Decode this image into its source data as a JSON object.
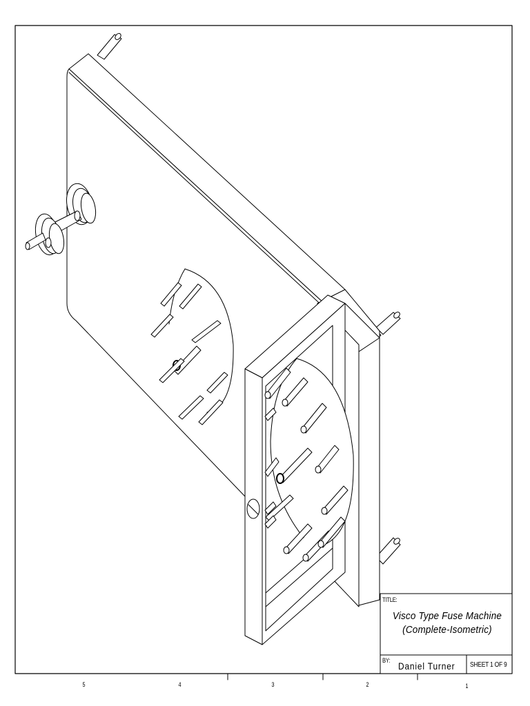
{
  "title_block": {
    "title_label": "TITLE:",
    "title_line1": "Visco Type Fuse Machine",
    "title_line2": "(Complete-Isometric)",
    "by_label": "BY:",
    "author": "Daniel Turner",
    "sheet": "SHEET 1 OF 9"
  },
  "zones": [
    "5",
    "4",
    "3",
    "2",
    "1"
  ],
  "colors": {
    "line": "#000000",
    "paper": "#ffffff"
  }
}
